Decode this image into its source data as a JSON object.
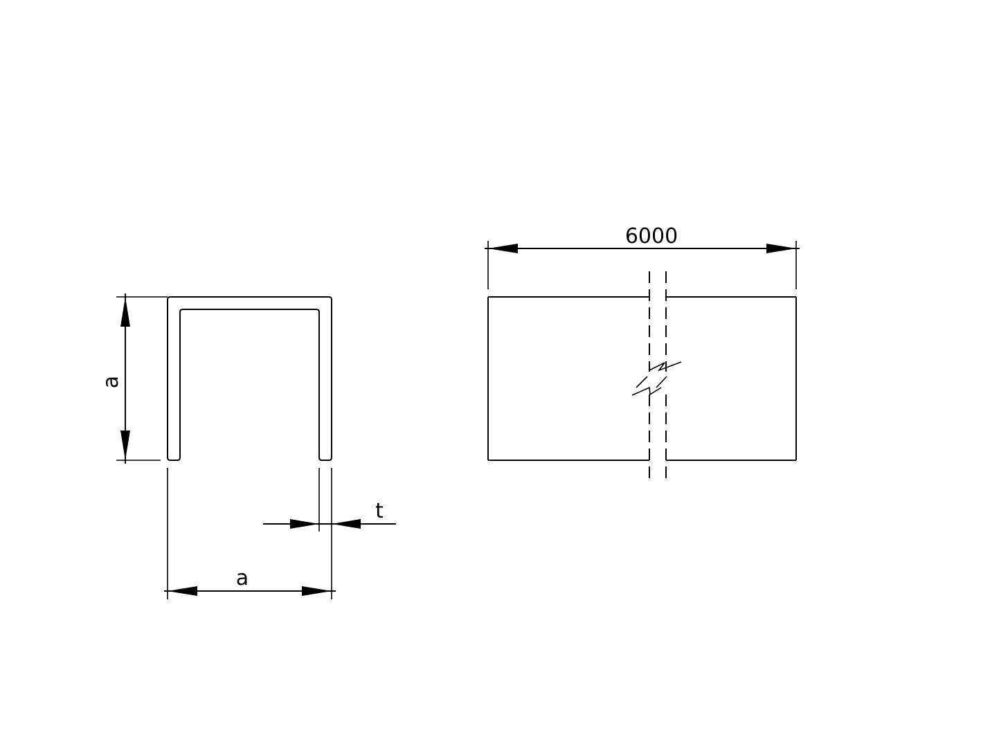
{
  "drawing": {
    "type": "technical-drawing",
    "views": [
      {
        "name": "cross-section",
        "profile": "U-channel",
        "dimensions": {
          "height_label": "a",
          "width_label": "a",
          "thickness_label": "t"
        }
      },
      {
        "name": "side-view",
        "dimensions": {
          "length_label": "6000"
        },
        "break_symbol": true
      }
    ],
    "colors": {
      "line": "#000000",
      "background": "#ffffff"
    }
  }
}
